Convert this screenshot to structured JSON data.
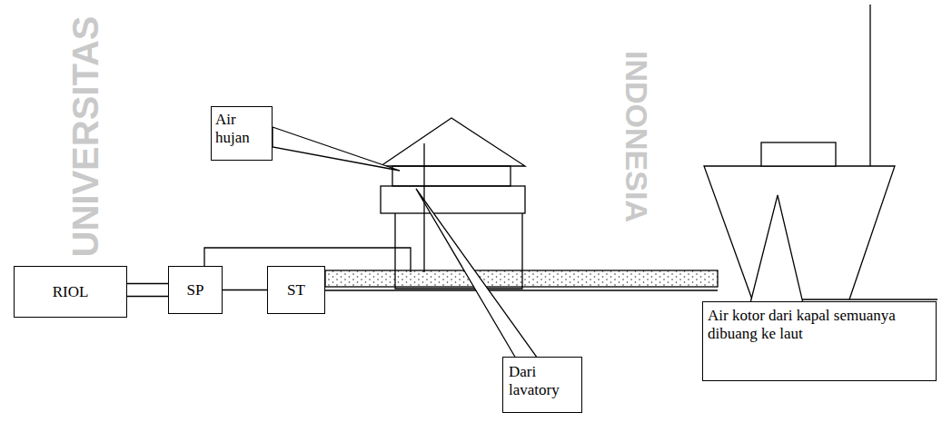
{
  "diagram": {
    "nodes": [
      {
        "text": [
          "Air hujan"
        ]
      },
      {
        "text": [
          "RIOL"
        ]
      },
      {
        "text": [
          "SP"
        ]
      },
      {
        "text": [
          "ST"
        ]
      },
      {
        "text": [
          "Dari lavatory"
        ]
      },
      {
        "text": [
          "Air kotor dari kapal semuanya dibuang ke laut"
        ]
      }
    ],
    "edges": [
      {
        "from": 1,
        "to": 2,
        "arrow": "none"
      },
      {
        "from": 2,
        "to": 3,
        "arrow": "none"
      }
    ],
    "labels": [
      "UNIVERSITAS",
      "INDONESIA"
    ]
  }
}
